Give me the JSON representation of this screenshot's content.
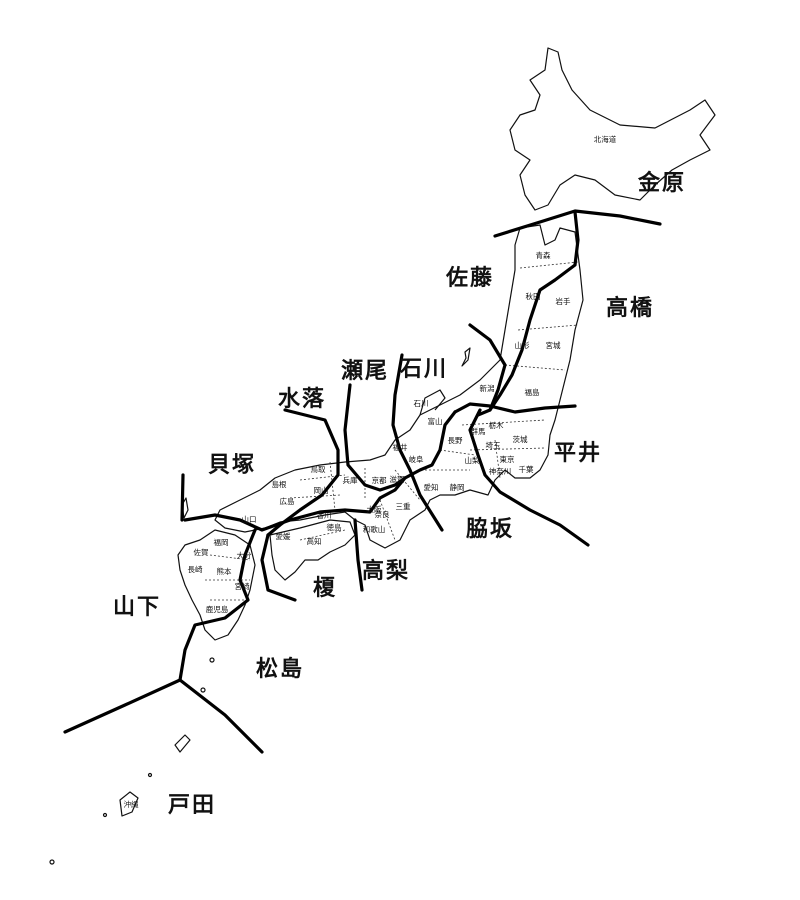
{
  "title": "Japan surname region map",
  "regions": [
    {
      "name": "北海道"
    }
  ],
  "prefectures": [
    "北海道",
    "青森",
    "秋田",
    "岩手",
    "山形",
    "宮城",
    "新潟",
    "福島",
    "石川",
    "富山",
    "群馬",
    "栃木",
    "茨城",
    "長野",
    "福井",
    "岐阜",
    "埼玉",
    "山梨",
    "東京",
    "千葉",
    "神奈川",
    "愛知",
    "静岡",
    "鳥取",
    "兵庫",
    "京都",
    "滋賀",
    "島根",
    "岡山",
    "広島",
    "大阪",
    "三重",
    "山口",
    "香川",
    "奈良",
    "愛媛",
    "徳島",
    "和歌山",
    "高知",
    "福岡",
    "佐賀",
    "大分",
    "長崎",
    "熊本",
    "宮崎",
    "鹿児島",
    "沖縄"
  ],
  "surnames": [
    "金原",
    "佐藤",
    "高橋",
    "瀬尾",
    "石川",
    "水落",
    "平井",
    "貝塚",
    "脇坂",
    "高梨",
    "榎",
    "山下",
    "松島",
    "戸田"
  ],
  "colors": {
    "ink": "#000000",
    "background": "#ffffff"
  }
}
